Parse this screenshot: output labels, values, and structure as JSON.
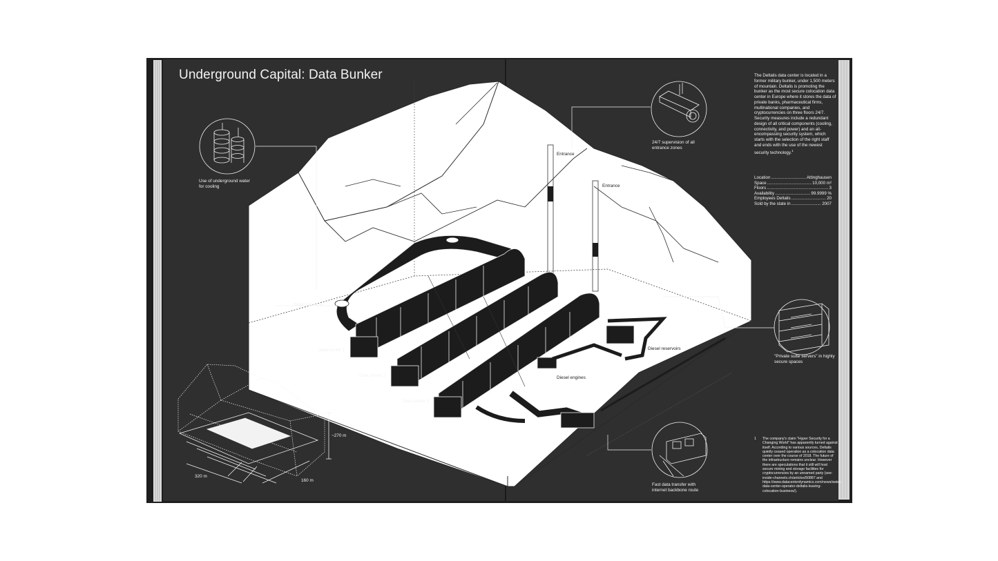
{
  "page": {
    "title": "Underground Capital: Data Bunker"
  },
  "intro": "The Deltalis data center is located in a former military bunker, under 1,500 meters of mountain. Deltalis is promoting the bunker as the most secure colocation data center in Europe where it stores the data of private banks, pharmaceutical firms, multinational companies, and cryptocurrencies on three floors 24/7. Security measures include a redundant design of all critical components (cooling, connectivity, and power) and an all-encompassing security system, which starts with the selection of the right staff and ends with the use of the newest security technology.",
  "intro_footnote_mark": "1",
  "specs": [
    {
      "label": "Location",
      "value": "Attinghausen"
    },
    {
      "label": "Space",
      "value": "10,000 m²"
    },
    {
      "label": "Floors",
      "value": "3"
    },
    {
      "label": "Availability",
      "value": "99.9999 %"
    },
    {
      "label": "Employees Deltalis",
      "value": "20"
    },
    {
      "label": "Sold by the state in",
      "value": "2007"
    }
  ],
  "footnote": {
    "number": "1",
    "text": "The company's claim \"Hyper Security for a Changing World\" has apparently turned against itself. According to various sources, Deltalis quietly ceased operation as a colocation data center over the course of 2018. The future of the infrastructure remains unclear. However there are speculations that it still will host secure mining and storage facilities for cryptocurrencies by an unnamed party (see: inside-channels.ch/articles/50887 and https://www.datacenterdynamics.com/news/swiss-data-center-operator-deltalis-leaving-colocation-business/)."
  },
  "callouts": {
    "water_cooling": "Use of underground water for cooling",
    "supervision": "24/7 supervision of all entrance zones",
    "private_suite": "\"Private suite servers\" in highly secure spaces",
    "data_transfer": "Fast data transfer with internet backbone route"
  },
  "labels": {
    "entrance_1": "Entrance",
    "entrance_2": "Entrance",
    "water_reservoir": "Water reservoir",
    "data_center_1": "Data center 1",
    "data_center_2": "Data center 2",
    "data_center_3": "Data center 3",
    "diesel_reservoirs": "Diesel reservoirs",
    "diesel_engines": "Diesel engines"
  },
  "dimensions": {
    "height": "~270 m",
    "length": "320 m",
    "width": "160 m"
  },
  "colors": {
    "page": "#2f2f2f",
    "background": "#ffffff",
    "ink": "#f2f2f2",
    "mountain": "#ffffff",
    "tunnel": "#1c1c1c"
  }
}
